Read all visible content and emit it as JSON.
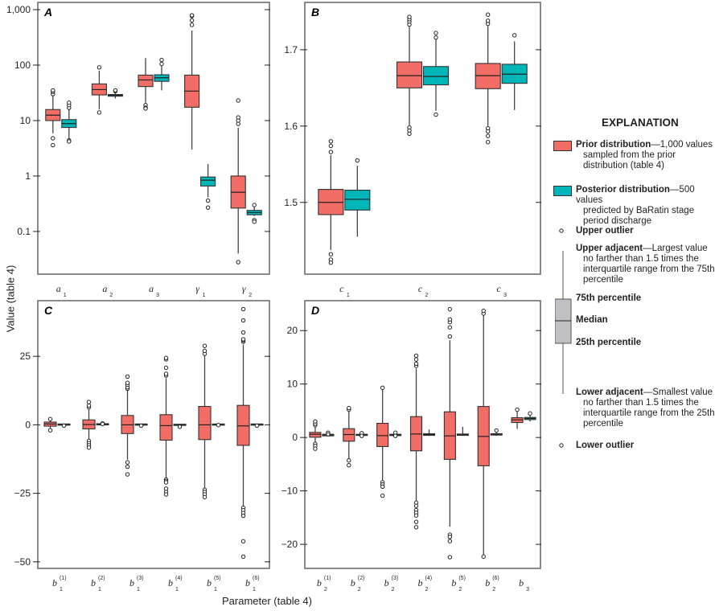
{
  "chart_data": {
    "type": "box",
    "ylabel": "Value (table 4)",
    "xlabel": "Parameter (table 4)",
    "colors": {
      "prior": "#f26d65",
      "posterior": "#00b6b9",
      "legend_box": "#bfc0c3"
    },
    "panels": [
      {
        "id": "A",
        "scale": "log",
        "ylim": [
          0.017,
          1350
        ],
        "ticks": [
          0.1,
          1,
          10,
          100,
          1000
        ],
        "tick_labels": [
          "0.1",
          "1",
          "10",
          "100",
          "1,000"
        ],
        "groups": [
          {
            "label": {
              "base": "a",
              "sub": "1"
            },
            "prior": {
              "q1": 10,
              "med": 12.5,
              "q3": 15.8,
              "lo": 5.9,
              "hi": 29,
              "out": [
                30,
                33,
                35,
                4.8,
                3.6
              ]
            },
            "posterior": {
              "q1": 7.5,
              "med": 8.8,
              "q3": 10.4,
              "lo": 4.7,
              "hi": 16,
              "out": [
                17,
                19,
                21,
                4.4,
                4.2
              ]
            }
          },
          {
            "label": {
              "base": "a",
              "sub": "2"
            },
            "prior": {
              "q1": 29,
              "med": 36.2,
              "q3": 45.8,
              "lo": 16,
              "hi": 79,
              "out": [
                91,
                14
              ]
            },
            "posterior": {
              "q1": 27.5,
              "med": 28.5,
              "q3": 29.5,
              "lo": 25,
              "hi": 33,
              "out": [
                34,
                35
              ]
            }
          },
          {
            "label": {
              "base": "a",
              "sub": "3"
            },
            "prior": {
              "q1": 41,
              "med": 54,
              "q3": 66,
              "lo": 21,
              "hi": 134,
              "out": [
                19,
                17,
                16.5
              ]
            },
            "posterior": {
              "q1": 51,
              "med": 59,
              "q3": 67,
              "lo": 35,
              "hi": 100,
              "out": [
                105,
                124
              ]
            }
          },
          {
            "label": {
              "base": "γ",
              "sub": "1"
            },
            "prior": {
              "q1": 17.4,
              "med": 34,
              "q3": 66,
              "lo": 3.0,
              "hi": 420,
              "out": [
                530,
                640,
                770,
                790
              ]
            },
            "posterior": {
              "q1": 0.66,
              "med": 0.84,
              "q3": 0.96,
              "lo": 0.41,
              "hi": 1.65,
              "out": [
                0.36,
                0.27
              ]
            }
          },
          {
            "label": {
              "base": "γ",
              "sub": "2"
            },
            "prior": {
              "q1": 0.264,
              "med": 0.51,
              "q3": 1.0,
              "lo": 0.04,
              "hi": 7.4,
              "out": [
                8.7,
                10,
                11.4,
                23,
                0.028
              ]
            },
            "posterior": {
              "q1": 0.2,
              "med": 0.22,
              "q3": 0.24,
              "lo": 0.19,
              "hi": 0.28,
              "out": [
                0.3,
                0.16,
                0.15
              ]
            }
          }
        ]
      },
      {
        "id": "B",
        "scale": "linear",
        "ylim": [
          1.406,
          1.762
        ],
        "ticks": [
          1.5,
          1.6,
          1.7
        ],
        "tick_labels": [
          "1.5",
          "1.6",
          "1.7"
        ],
        "groups": [
          {
            "label": {
              "base": "c",
              "sub": "1"
            },
            "prior": {
              "q1": 1.484,
              "med": 1.5,
              "q3": 1.517,
              "lo": 1.4375,
              "hi": 1.562,
              "out": [
                1.566,
                1.574,
                1.58,
                1.432,
                1.425,
                1.421
              ]
            },
            "posterior": {
              "q1": 1.49,
              "med": 1.504,
              "q3": 1.516,
              "lo": 1.455,
              "hi": 1.548,
              "out": [
                1.555
              ]
            }
          },
          {
            "label": {
              "base": "c",
              "sub": "2"
            },
            "prior": {
              "q1": 1.65,
              "med": 1.666,
              "q3": 1.684,
              "lo": 1.601,
              "hi": 1.73,
              "out": [
                1.733,
                1.737,
                1.74,
                1.743,
                1.598,
                1.594,
                1.59
              ]
            },
            "posterior": {
              "q1": 1.654,
              "med": 1.665,
              "q3": 1.678,
              "lo": 1.62,
              "hi": 1.713,
              "out": [
                1.716,
                1.722,
                1.615
              ]
            }
          },
          {
            "label": {
              "base": "c",
              "sub": "3"
            },
            "prior": {
              "q1": 1.649,
              "med": 1.666,
              "q3": 1.682,
              "lo": 1.6,
              "hi": 1.731,
              "out": [
                1.734,
                1.738,
                1.746,
                1.597,
                1.593,
                1.587,
                1.579
              ]
            },
            "posterior": {
              "q1": 1.656,
              "med": 1.668,
              "q3": 1.681,
              "lo": 1.621,
              "hi": 1.711,
              "out": [
                1.719
              ]
            }
          }
        ]
      },
      {
        "id": "C",
        "scale": "linear",
        "ylim": [
          -52.4,
          45.3
        ],
        "ticks": [
          -50,
          -25,
          0,
          25
        ],
        "tick_labels": [
          "−50",
          "−25",
          "0",
          "25"
        ],
        "groups": [
          {
            "label": {
              "base": "b",
              "sup": "(1)",
              "sub": "1"
            },
            "prior": {
              "q1": -0.5,
              "med": 0.3,
              "q3": 1.0,
              "lo": -1.5,
              "hi": 2.0,
              "out": [
                2.1,
                -2.0
              ]
            },
            "posterior": {
              "q1": 0,
              "med": 0.15,
              "q3": 0.3,
              "lo": -0.1,
              "hi": 0.4,
              "out": [
                -0.3
              ]
            }
          },
          {
            "label": {
              "base": "b",
              "sup": "(2)",
              "sub": "1"
            },
            "prior": {
              "q1": -1.5,
              "med": 0.1,
              "q3": 1.8,
              "lo": -5.5,
              "hi": 6.0,
              "out": [
                6.4,
                7.0,
                8.3,
                -5.9,
                -6.7,
                -7.5,
                -8.3
              ]
            },
            "posterior": {
              "q1": 0.1,
              "med": 0.3,
              "q3": 0.4,
              "lo": 0,
              "hi": 0.5,
              "out": [
                0.5,
                0.3
              ]
            }
          },
          {
            "label": {
              "base": "b",
              "sup": "(3)",
              "sub": "1"
            },
            "prior": {
              "q1": -3.2,
              "med": 0,
              "q3": 3.4,
              "lo": -12.7,
              "hi": 13.0,
              "out": [
                13.2,
                13.7,
                14.6,
                15.3,
                17.6,
                -13.7,
                -15.3,
                -18.1
              ]
            },
            "posterior": {
              "q1": 0.1,
              "med": 0.2,
              "q3": 0.3,
              "lo": 0,
              "hi": 0.4,
              "out": [
                -0.3
              ]
            }
          },
          {
            "label": {
              "base": "b",
              "sup": "(4)",
              "sub": "1"
            },
            "prior": {
              "q1": -5.6,
              "med": -0.3,
              "q3": 3.7,
              "lo": -19.5,
              "hi": 17,
              "out": [
                18,
                18.6,
                20.8,
                23.9,
                24.4,
                -20,
                -20.5,
                -21,
                -23.3,
                -24.5,
                -25.4
              ]
            },
            "posterior": {
              "q1": 0,
              "med": 0.1,
              "q3": 0.2,
              "lo": -0.1,
              "hi": 0.3,
              "out": [
                -0.7
              ]
            }
          },
          {
            "label": {
              "base": "b",
              "sup": "(5)",
              "sub": "1"
            },
            "prior": {
              "q1": -5.4,
              "med": 0,
              "q3": 6.7,
              "lo": -23.4,
              "hi": 25.4,
              "out": [
                25.9,
                27,
                28.8,
                -23.7,
                -24.5,
                -25.4,
                -26.4
              ]
            },
            "posterior": {
              "q1": 0.1,
              "med": 0.2,
              "q3": 0.3,
              "lo": 0,
              "hi": 0.4,
              "out": [
                -0.1
              ]
            }
          },
          {
            "label": {
              "base": "b",
              "sup": "(6)",
              "sub": "1"
            },
            "prior": {
              "q1": -7.5,
              "med": -0.4,
              "q3": 7.1,
              "lo": -29.8,
              "hi": 29.3,
              "out": [
                30.3,
                30.8,
                31.2,
                33.7,
                38.1,
                42.2,
                -30.3,
                -31.2,
                -32.2,
                -33.2,
                -42.5,
                -48.1
              ]
            },
            "posterior": {
              "q1": 0.1,
              "med": 0.2,
              "q3": 0.3,
              "lo": 0,
              "hi": 0.4,
              "out": [
                -0.3
              ]
            }
          }
        ]
      },
      {
        "id": "D",
        "scale": "linear",
        "ylim": [
          -24.5,
          25.6
        ],
        "ticks": [
          -20,
          -10,
          0,
          10,
          20
        ],
        "tick_labels": [
          "−20",
          "−10",
          "0",
          "10",
          "20"
        ],
        "groups": [
          {
            "label": {
              "base": "b",
              "sup": "(1)",
              "sub": "2"
            },
            "prior": {
              "q1": 0.05,
              "med": 0.6,
              "q3": 0.95,
              "lo": -1.0,
              "hi": 2.2,
              "out": [
                2.3,
                2.6,
                3.0,
                -1.2,
                -1.6,
                -2.1
              ]
            },
            "posterior": {
              "q1": 0.3,
              "med": 0.5,
              "q3": 0.6,
              "lo": 0.2,
              "hi": 0.8,
              "out": [
                0.9,
                0.6
              ]
            }
          },
          {
            "label": {
              "base": "b",
              "sup": "(2)",
              "sub": "2"
            },
            "prior": {
              "q1": -0.7,
              "med": 0.55,
              "q3": 1.65,
              "lo": -3.9,
              "hi": 5.1,
              "out": [
                5.2,
                5.5,
                -4.3,
                -5.2
              ]
            },
            "posterior": {
              "q1": 0.4,
              "med": 0.5,
              "q3": 0.6,
              "lo": 0.3,
              "hi": 0.7,
              "out": [
                0.8,
                0.3
              ]
            }
          },
          {
            "label": {
              "base": "b",
              "sup": "(3)",
              "sub": "2"
            },
            "prior": {
              "q1": -1.7,
              "med": 0.35,
              "q3": 2.65,
              "lo": -8.2,
              "hi": 8.9,
              "out": [
                9.3,
                -8.4,
                -8.8,
                -9.2,
                -10.9
              ]
            },
            "posterior": {
              "q1": 0.35,
              "med": 0.5,
              "q3": 0.6,
              "lo": 0.2,
              "hi": 0.8,
              "out": [
                0.9,
                0.3
              ]
            }
          },
          {
            "label": {
              "base": "b",
              "sup": "(4)",
              "sub": "2"
            },
            "prior": {
              "q1": -2.5,
              "med": 0.65,
              "q3": 3.9,
              "lo": -12,
              "hi": 12.9,
              "out": [
                13.4,
                13.8,
                14.6,
                15.3,
                -12.2,
                -12.8,
                -13.6,
                -14.1,
                -14.6,
                -15.8,
                -16.8
              ]
            },
            "posterior": {
              "q1": 0.4,
              "med": 0.55,
              "q3": 0.7,
              "lo": 0.3,
              "hi": 1.5,
              "out": []
            }
          },
          {
            "label": {
              "base": "b",
              "sup": "(5)",
              "sub": "2"
            },
            "prior": {
              "q1": -4.1,
              "med": 0.3,
              "q3": 4.8,
              "lo": -16.7,
              "hi": 18.2,
              "out": [
                18.9,
                20.6,
                21.6,
                22.1,
                24,
                -18.2,
                -18.6,
                -19.4,
                -22.4
              ]
            },
            "posterior": {
              "q1": 0.4,
              "med": 0.5,
              "q3": 0.65,
              "lo": 0.3,
              "hi": 2.0,
              "out": []
            }
          },
          {
            "label": {
              "base": "b",
              "sup": "(6)",
              "sub": "2"
            },
            "prior": {
              "q1": -5.3,
              "med": 0.2,
              "q3": 5.8,
              "lo": -22.0,
              "hi": 23,
              "out": [
                23.2,
                23.7,
                -22.3
              ]
            },
            "posterior": {
              "q1": 0.45,
              "med": 0.6,
              "q3": 0.7,
              "lo": 0.3,
              "hi": 1.0,
              "out": [
                1.3
              ]
            }
          },
          {
            "label": {
              "base": "b",
              "sub": "3"
            },
            "prior": {
              "q1": 2.8,
              "med": 3.3,
              "q3": 3.7,
              "lo": 1.6,
              "hi": 5.0,
              "out": [
                5.2
              ]
            },
            "posterior": {
              "q1": 3.35,
              "med": 3.55,
              "q3": 3.75,
              "lo": 3.0,
              "hi": 4.1,
              "out": [
                4.5
              ]
            }
          }
        ]
      }
    ]
  },
  "legend": {
    "title": "EXPLANATION",
    "prior_term": "Prior distribution",
    "prior_desc_1": "—1,000 values",
    "prior_desc_2": "sampled from the prior distribution (table 4)",
    "posterior_term": "Posterior distribution",
    "posterior_desc_1": "—500 values",
    "posterior_desc_2": "predicted by BaRatin stage period discharge",
    "upper_outlier": "Upper outlier",
    "upper_adjacent_term": "Upper adjacent",
    "upper_adjacent_desc_1": "—Largest value",
    "upper_adjacent_desc_2": "no farther than 1.5 times the interquartile range from the 75th percentile",
    "p75": "75th percentile",
    "median": "Median",
    "p25": "25th percentile",
    "lower_adjacent_term": "Lower adjacent",
    "lower_adjacent_desc_1": "—Smallest value",
    "lower_adjacent_desc_2": "no farther than 1.5 times the interquartile range from the 25th percentile",
    "lower_outlier": "Lower outlier"
  }
}
